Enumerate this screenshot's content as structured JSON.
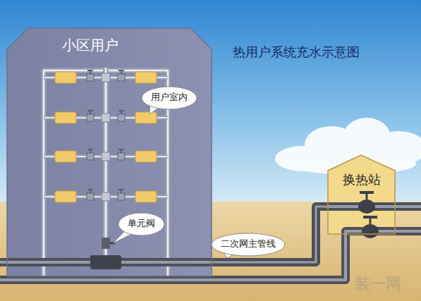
{
  "diagram": {
    "title": "热用户系统充水示意图",
    "nodes": [
      {
        "text": [
          "小区用户"
        ]
      },
      {
        "text": [
          "用户室内"
        ],
        "in": 0
      },
      {
        "text": [
          "单元阀"
        ],
        "in": 0
      },
      {
        "text": [
          "换热站"
        ]
      },
      {
        "text": [
          "二次网主管线"
        ]
      }
    ],
    "edges": [
      {
        "from": 3,
        "to": 0,
        "arrow": "none"
      }
    ],
    "labels": [
      "装一网"
    ]
  }
}
